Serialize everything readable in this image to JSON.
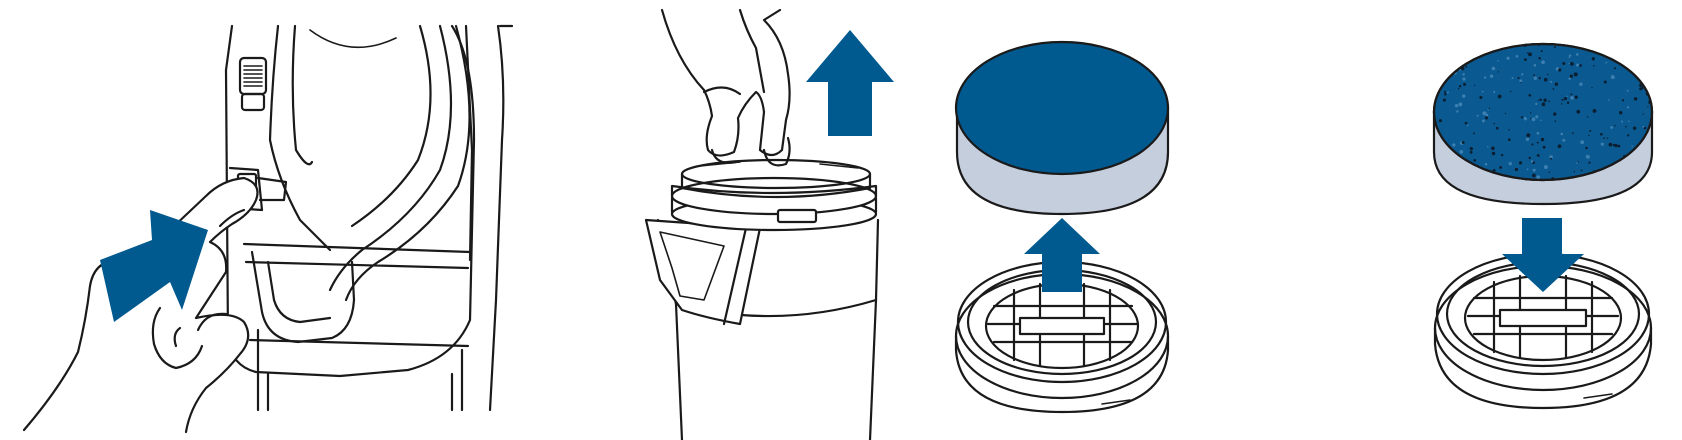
{
  "figure": {
    "panels": [
      {
        "id": "press-release-button",
        "desc_icon": "hand-press-icon"
      },
      {
        "id": "lift-filter-out",
        "desc_icon": "hand-lift-icon"
      },
      {
        "id": "remove-foam-filter",
        "desc_icon": "filter-separate-icon"
      },
      {
        "id": "insert-foam-filter",
        "desc_icon": "filter-insert-icon"
      }
    ]
  },
  "colors": {
    "accent_blue": "#00598f",
    "band_grey": "#c5cedd",
    "band_grey_light": "#d3dae6",
    "speckle_blue": "#0a5a91",
    "line": "#1a1a1a",
    "background": "#ffffff"
  },
  "icons": [
    "arrow-right-icon",
    "arrow-up-icon",
    "arrow-down-icon",
    "hand-icon",
    "vacuum-icon",
    "dust-container-icon",
    "foam-filter-icon",
    "filter-cage-icon"
  ]
}
